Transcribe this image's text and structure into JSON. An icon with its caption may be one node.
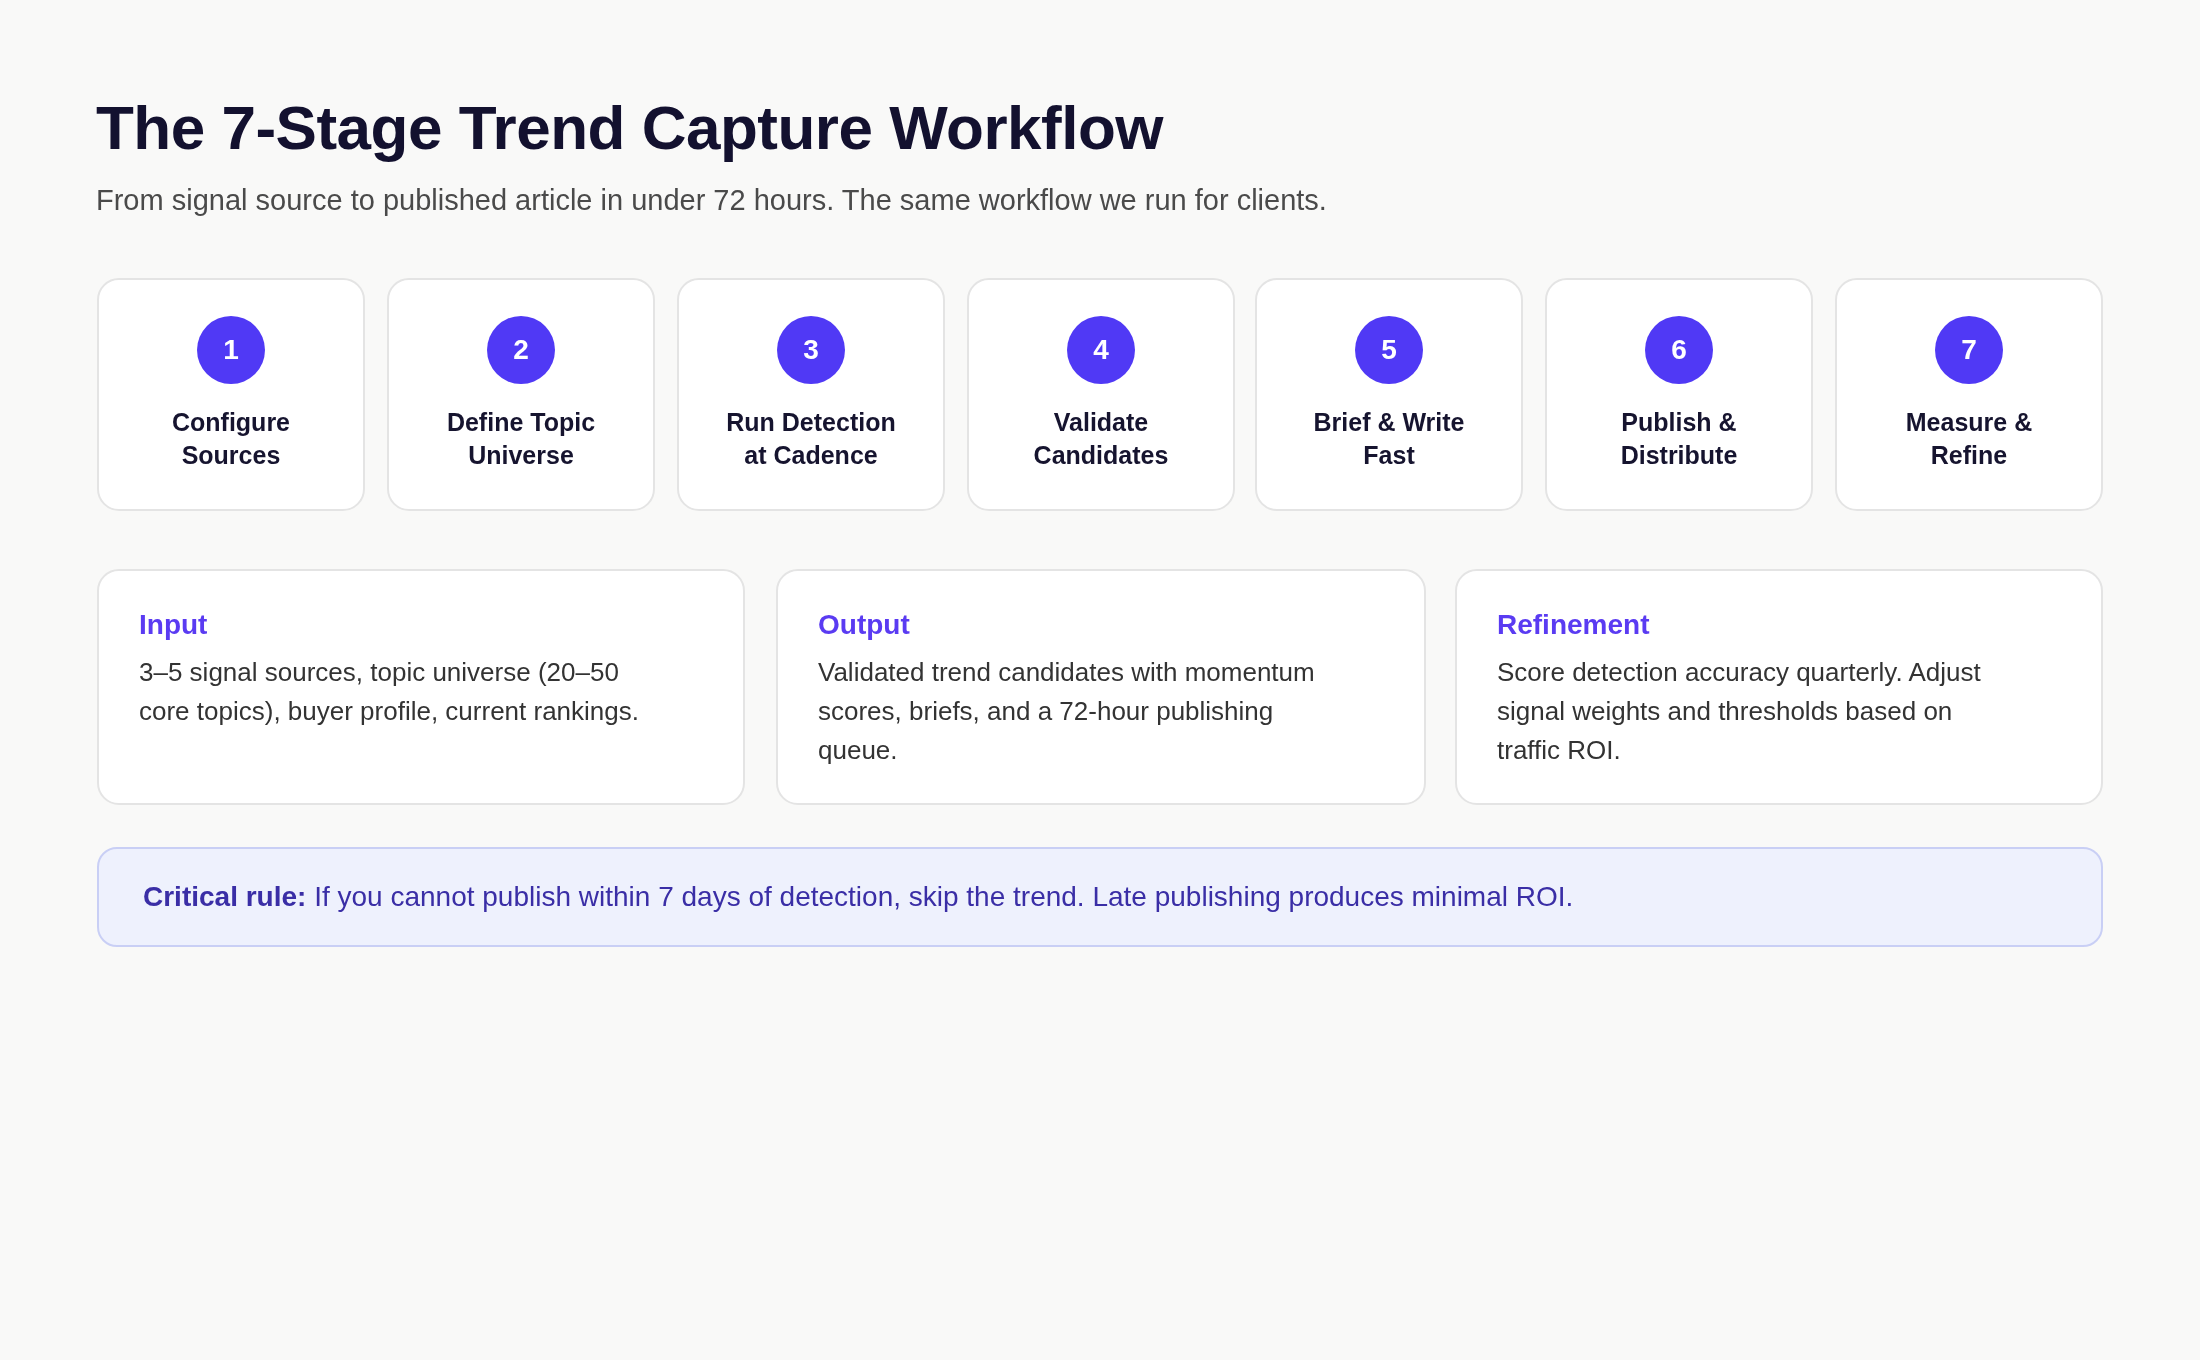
{
  "diagram": {
    "title": "The 7-Stage Trend Capture Workflow",
    "nodes": [
      {
        "text": [
          "Configure Sources"
        ]
      },
      {
        "text": [
          "1"
        ],
        "in": 0
      },
      {
        "text": [
          "Define Topic Universe"
        ]
      },
      {
        "text": [
          "2"
        ],
        "in": 2
      },
      {
        "text": [
          "Run Detection at Cadence"
        ]
      },
      {
        "text": [
          "3"
        ],
        "in": 4
      },
      {
        "text": [
          "Validate Candidates"
        ]
      },
      {
        "text": [
          "4"
        ],
        "in": 6
      },
      {
        "text": [
          "Brief & Write Fast"
        ]
      },
      {
        "text": [
          "5"
        ],
        "in": 8
      },
      {
        "text": [
          "Publish & Distribute"
        ]
      },
      {
        "text": [
          "6"
        ],
        "in": 10
      },
      {
        "text": [
          "Measure & Refine"
        ]
      },
      {
        "text": [
          "7"
        ],
        "in": 12
      },
      {
        "text": [
          "Input",
          "3–5 signal sources, topic universe (20–50 core topics), buyer profile, current rankings."
        ]
      },
      {
        "text": [
          "Output",
          "Validated trend candidates with momentum scores, briefs, and a 72-hour publishing queue."
        ]
      },
      {
        "text": [
          "Refinement",
          "Score detection accuracy quarterly. Adjust signal weights and thresholds based on traffic ROI."
        ]
      },
      {
        "text": [
          "**Critical rule:** If you cannot publish within 7 days of detection, skip the trend. Late publishing produces minimal ROI."
        ]
      }
    ],
    "edges": [],
    "labels": [
      "From signal source to published article in under 72 hours. The same workflow we run for clients."
    ]
  }
}
